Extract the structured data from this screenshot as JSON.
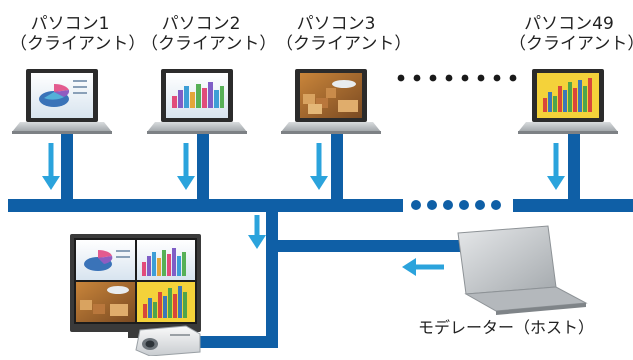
{
  "clients": [
    {
      "name": "パソコン1",
      "role": "（クライアント）",
      "screen": "pie-3d"
    },
    {
      "name": "パソコン2",
      "role": "（クライアント）",
      "screen": "bar-3d"
    },
    {
      "name": "パソコン3",
      "role": "（クライアント）",
      "screen": "boxes-photo"
    },
    {
      "name": "パソコン49",
      "role": "（クライアント）",
      "screen": "columns-3d-yellow"
    }
  ],
  "host": {
    "label": "モデレーター（ホスト）"
  },
  "colors": {
    "network": "#0f5fa6",
    "arrow": "#2ba3dc",
    "screen_yellow": "#f4d23a",
    "laptop_body": "#bfc3c6"
  },
  "icons": [
    "laptop-icon",
    "projector-icon",
    "display-panel-icon",
    "arrow-down-icon",
    "arrow-left-icon",
    "ellipsis-dots"
  ]
}
